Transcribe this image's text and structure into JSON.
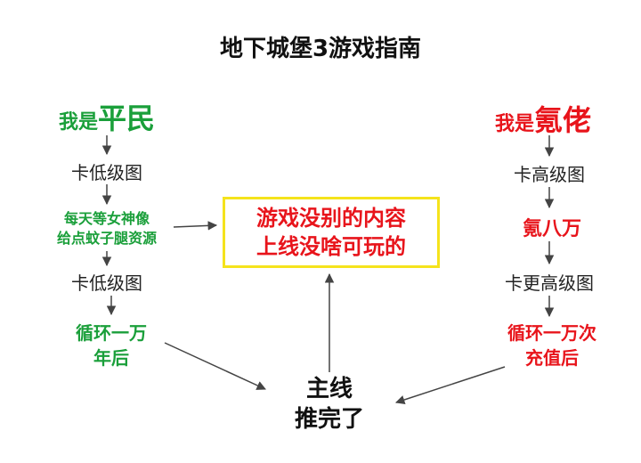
{
  "title": "地下城堡3游戏指南",
  "left": {
    "header_small": "我是",
    "header_big": "平民",
    "step1": "卡低级图",
    "step2_line1": "每天等女神像",
    "step2_line2": "给点蚊子腿资源",
    "step3": "卡低级图",
    "step4_line1": "循环一万",
    "step4_line2": "年后"
  },
  "right": {
    "header_small": "我是",
    "header_big": "氪佬",
    "step1": "卡高级图",
    "step2": "氪八万",
    "step3": "卡更高级图",
    "step4_line1": "循环一万次",
    "step4_line2": "充值后"
  },
  "center_box": {
    "line1": "游戏没别的内容",
    "line2": "上线没啥可玩的"
  },
  "bottom": {
    "line1": "主线",
    "line2": "推完了"
  },
  "colors": {
    "green": "#1a9f3a",
    "red": "#e8141b",
    "box_border": "#f5e31c"
  }
}
